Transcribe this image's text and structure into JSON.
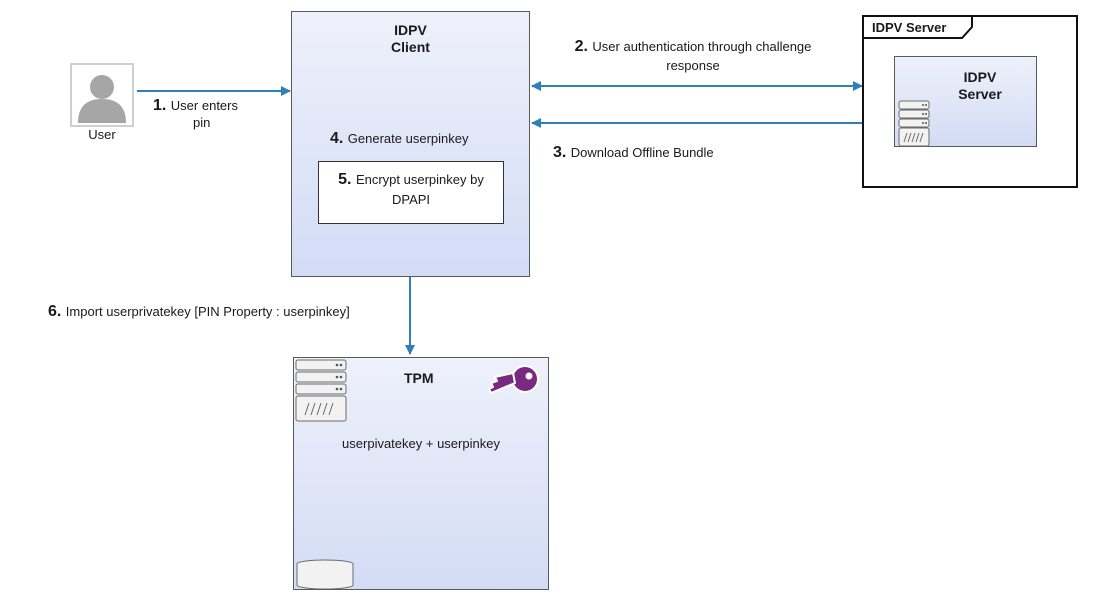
{
  "user": {
    "label": "User"
  },
  "client": {
    "title_line1": "IDPV",
    "title_line2": "Client"
  },
  "server_frame": {
    "tab": "IDPV Server"
  },
  "server_inner": {
    "title_line1": "IDPV",
    "title_line2": "Server"
  },
  "tpm": {
    "title": "TPM",
    "content": "userpivatekey + userpinkey"
  },
  "steps": {
    "s1": {
      "num": "1.",
      "text_line1": "User enters",
      "text_line2": "pin"
    },
    "s2": {
      "num": "2.",
      "text_line1": "User authentication through challenge",
      "text_line2": "response"
    },
    "s3": {
      "num": "3.",
      "text": "Download Offline Bundle"
    },
    "s4": {
      "num": "4.",
      "text": "Generate userpinkey"
    },
    "s5": {
      "num": "5.",
      "text_line1": "Encrypt userpinkey by",
      "text_line2": "DPAPI"
    },
    "s6": {
      "num": "6.",
      "text": "Import userprivatekey [PIN Property : userpinkey]"
    }
  },
  "colors": {
    "arrow": "#2f7fb8",
    "box_top": "#eef1fb",
    "box_bottom": "#d3dcf5",
    "key": "#7a2a7e"
  },
  "icons": [
    "user-icon",
    "server-rack-icon",
    "key-icon",
    "database-icon"
  ]
}
